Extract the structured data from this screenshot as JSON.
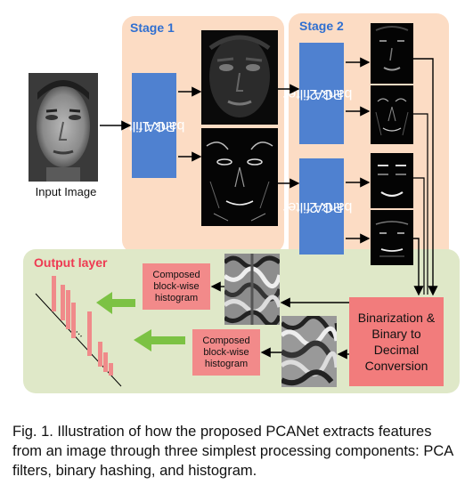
{
  "input_label": "Input Image",
  "stage1": {
    "title": "Stage 1",
    "pca_label_line1": "PCA filter",
    "pca_label_line2": "bank 1"
  },
  "stage2": {
    "title": "Stage 2",
    "pca_label_line1": "PCA filter",
    "pca_label_line2": "bank 2"
  },
  "output": {
    "title": "Output layer",
    "hist_label_1": "Composed block-wise histogram",
    "hist_label_2": "Composed block-wise histogram",
    "dots": "..."
  },
  "binarization_label": "Binarization & Binary to Decimal Conversion",
  "caption": "Fig. 1. Illustration of how the proposed PCANet extracts features from an image through three simplest processing components: PCA filters, binary hashing, and histogram.",
  "colors": {
    "stage_bg": "#fcdcc4",
    "output_bg": "#dfe8c8",
    "pca_box": "#4f81d0",
    "pink_box": "#f28a8a",
    "arrow_green": "#7cc244",
    "title_blue": "#2f6fd1",
    "title_red": "#ee3a52"
  }
}
